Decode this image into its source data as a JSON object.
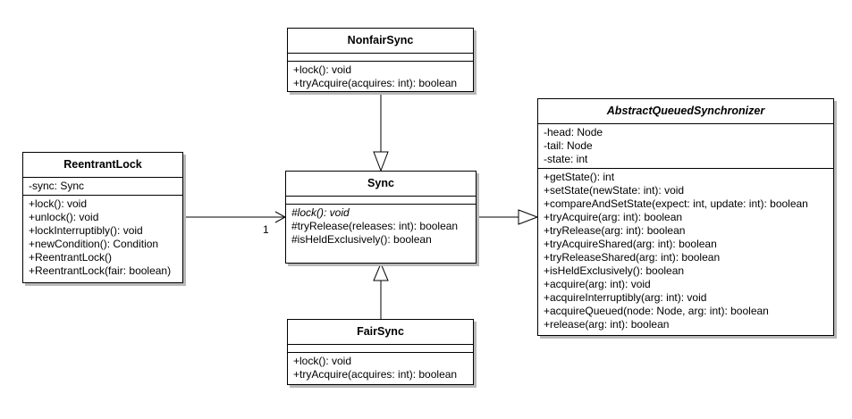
{
  "classes": {
    "nonfair": {
      "name": "NonfairSync",
      "methods": [
        "+lock(): void",
        "+tryAcquire(acquires: int): boolean"
      ]
    },
    "reentrant": {
      "name": "ReentrantLock",
      "fields": [
        "-sync: Sync"
      ],
      "methods": [
        "+lock(): void",
        "+unlock(): void",
        "+lockInterruptibly(): void",
        "+newCondition(): Condition",
        "+ReentrantLock()",
        "+ReentrantLock(fair: boolean)"
      ]
    },
    "sync": {
      "name": "Sync",
      "methods": [
        "#lock(): void",
        "#tryRelease(releases: int): boolean",
        "#isHeldExclusively(): boolean"
      ]
    },
    "fair": {
      "name": "FairSync",
      "methods": [
        "+lock(): void",
        "+tryAcquire(acquires: int): boolean"
      ]
    },
    "aqs": {
      "name": "AbstractQueuedSynchronizer",
      "fields": [
        "-head: Node",
        "-tail: Node",
        "-state: int"
      ],
      "methods": [
        "+getState(): int",
        "+setState(newState: int): void",
        "+compareAndSetState(expect: int, update: int): boolean",
        "+tryAcquire(arg: int): boolean",
        "+tryRelease(arg: int): boolean",
        "+tryAcquireShared(arg: int): boolean",
        "+tryReleaseShared(arg: int): boolean",
        "+isHeldExclusively(): boolean",
        "+acquire(arg: int): void",
        "+acquireInterruptibly(arg: int): void",
        "+acquireQueued(node: Node, arg: int): boolean",
        "+release(arg: int): boolean"
      ]
    }
  },
  "association": {
    "multiplicity": "1"
  }
}
